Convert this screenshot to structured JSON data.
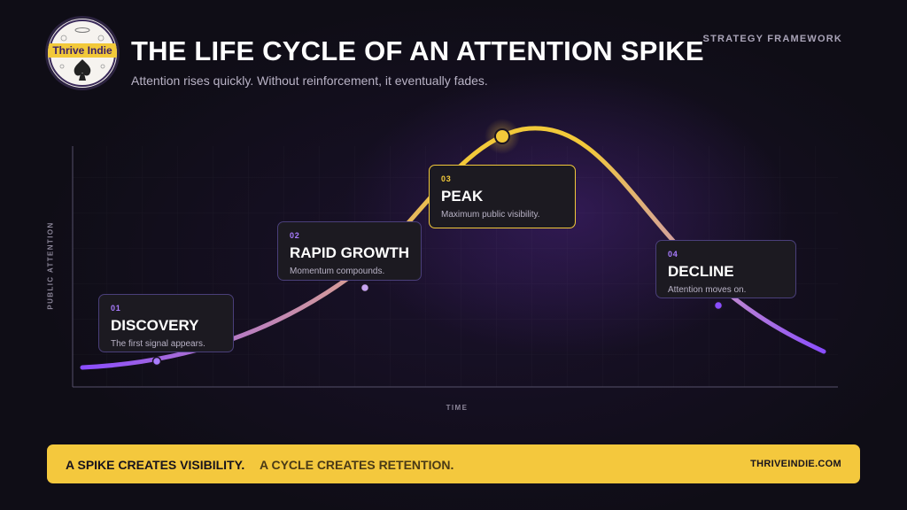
{
  "brand": {
    "logo_text": "Thrive Indie"
  },
  "header": {
    "title": "THE LIFE CYCLE OF AN ATTENTION SPIKE",
    "subtitle": "Attention rises quickly. Without reinforcement, it eventually fades.",
    "tag": "STRATEGY FRAMEWORK"
  },
  "axes": {
    "y": "PUBLIC ATTENTION",
    "x": "TIME"
  },
  "stages": [
    {
      "num": "01",
      "name": "DISCOVERY",
      "desc": "The first signal appears."
    },
    {
      "num": "02",
      "name": "RAPID GROWTH",
      "desc": "Momentum compounds."
    },
    {
      "num": "03",
      "name": "PEAK",
      "desc": "Maximum public visibility."
    },
    {
      "num": "04",
      "name": "DECLINE",
      "desc": "Attention moves on."
    }
  ],
  "footer": {
    "message_1": "A SPIKE CREATES VISIBILITY.",
    "message_2": "A CYCLE CREATES RETENTION.",
    "website": "THRIVEINDIE.COM"
  },
  "colors": {
    "accent_yellow": "#f2c93a",
    "accent_purple": "#8a4dff",
    "background": "#0f0d16",
    "card": "#1c1a21"
  }
}
